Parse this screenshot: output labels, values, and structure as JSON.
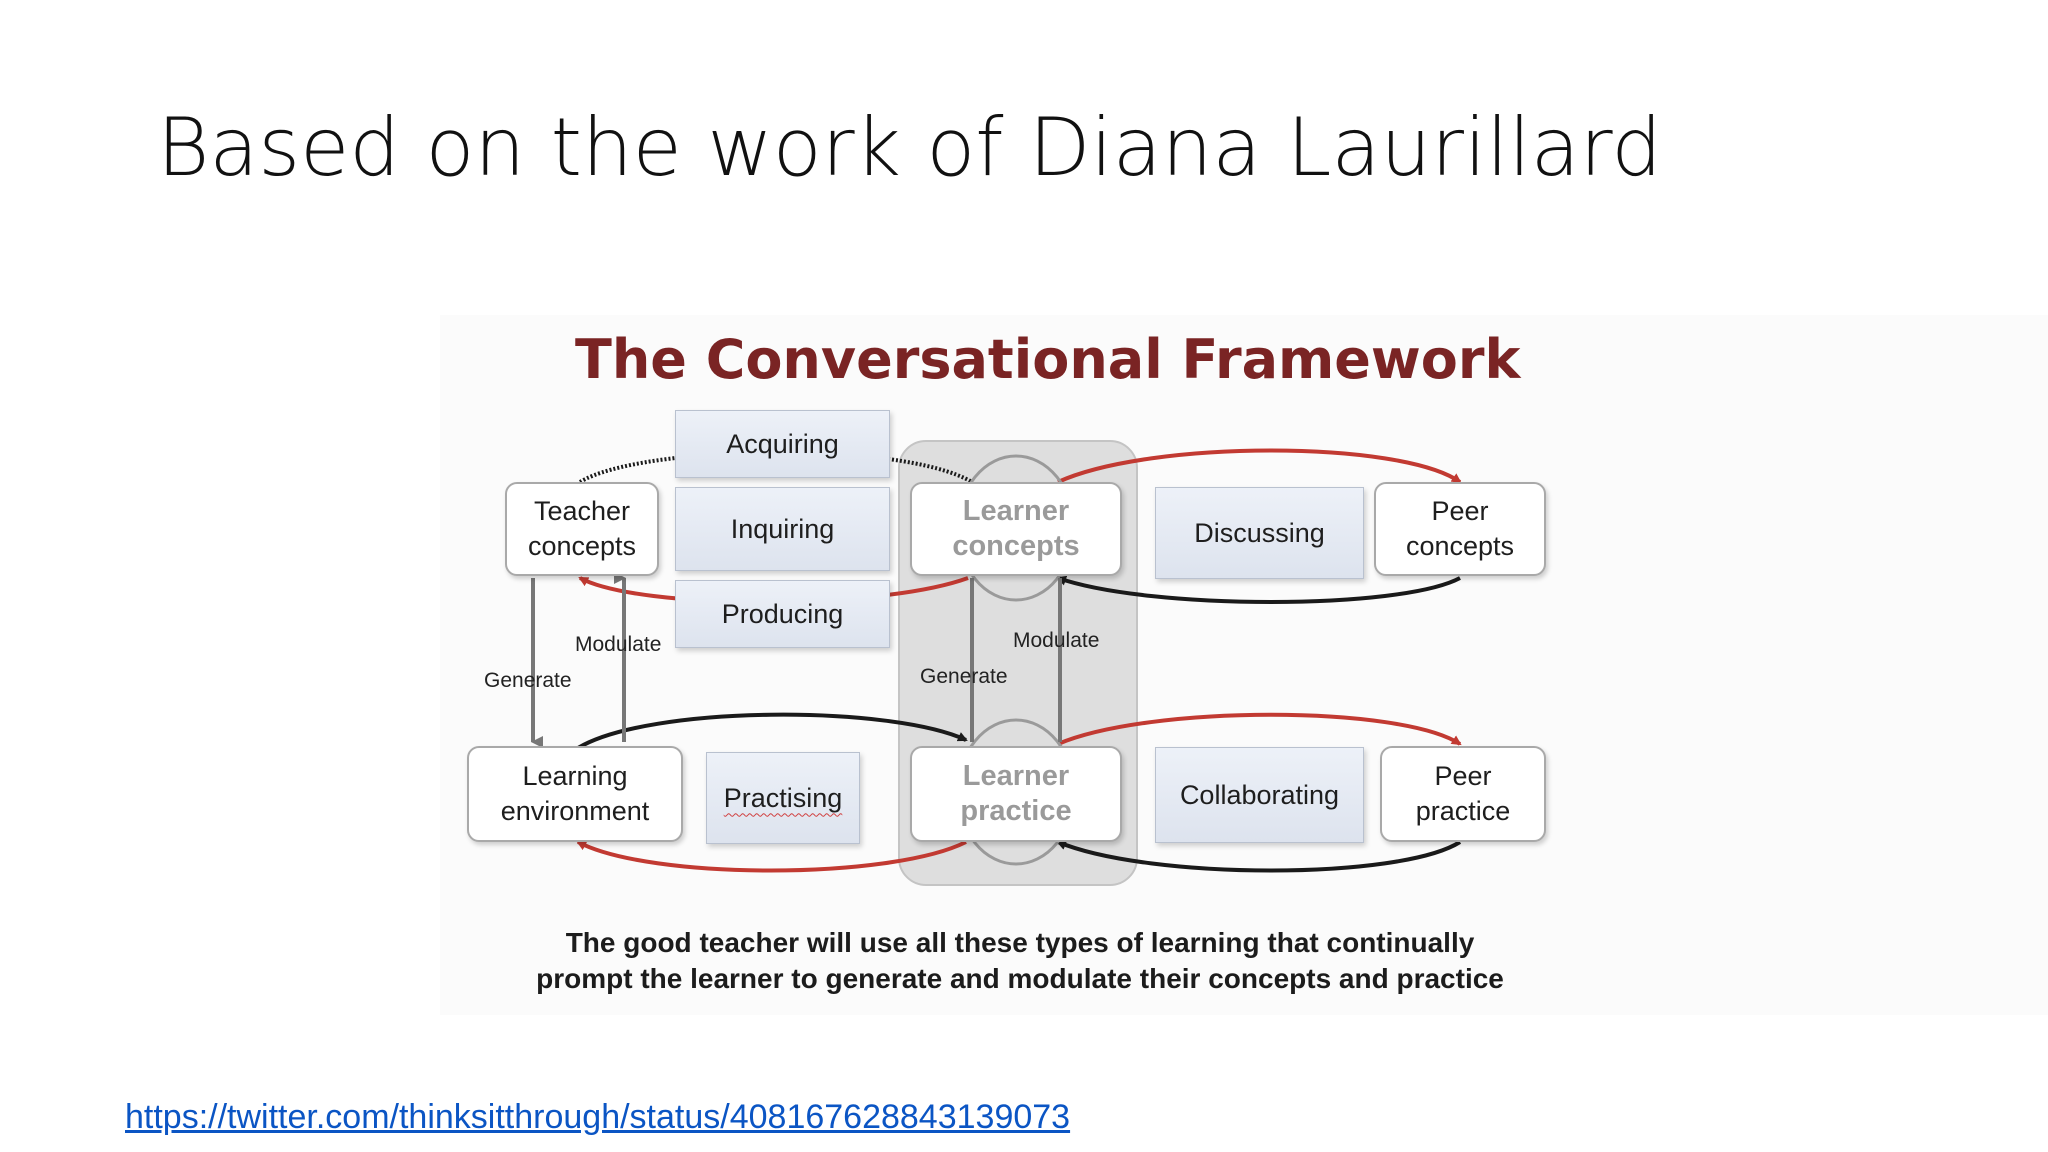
{
  "slide": {
    "title": "Based on the work of Diana Laurillard",
    "link": "https://twitter.com/thinksitthrough/status/408167628843139073"
  },
  "diagram": {
    "title": "The Conversational Framework",
    "nodes": {
      "teacher_concepts": "Teacher\nconcepts",
      "learner_concepts": "Learner\nconcepts",
      "peer_concepts": "Peer\nconcepts",
      "learning_environment": "Learning\nenvironment",
      "learner_practice": "Learner\npractice",
      "peer_practice": "Peer\npractice"
    },
    "activities": {
      "acquiring": "Acquiring",
      "inquiring": "Inquiring",
      "producing": "Producing",
      "discussing": "Discussing",
      "practising": "Practising",
      "collaborating": "Collaborating"
    },
    "arrow_labels": {
      "modulate_left": "Modulate",
      "generate_left": "Generate",
      "modulate_center": "Modulate",
      "generate_center": "Generate"
    },
    "caption_line1": "The good teacher will use all these types of learning that continually",
    "caption_line2": "prompt the learner to generate and modulate their concepts and practice",
    "colors": {
      "title": "#7a2424",
      "red_arrow": "#c23a32",
      "black_arrow": "#1a1a1a",
      "learner_text": "#9a9a9a"
    }
  }
}
